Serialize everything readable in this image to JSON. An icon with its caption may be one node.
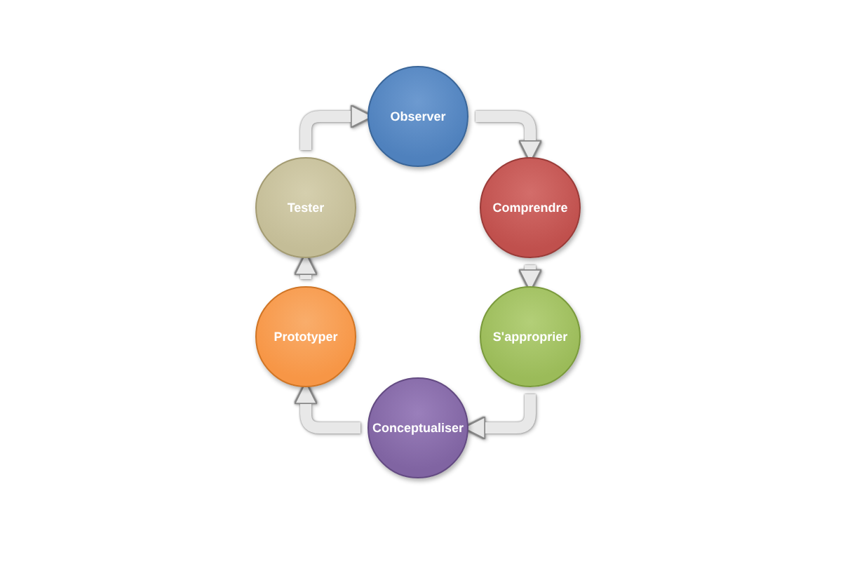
{
  "diagram": {
    "nodes": [
      {
        "text": [
          "Observer"
        ]
      },
      {
        "text": [
          "Comprendre"
        ]
      },
      {
        "text": [
          "S'approprier"
        ]
      },
      {
        "text": [
          "Conceptualiser"
        ]
      },
      {
        "text": [
          "Prototyper"
        ]
      },
      {
        "text": [
          "Tester"
        ]
      }
    ],
    "edges": [
      {
        "from": 0,
        "to": 1,
        "arrow": "to"
      },
      {
        "from": 1,
        "to": 2,
        "arrow": "to"
      },
      {
        "from": 2,
        "to": 3,
        "arrow": "to"
      },
      {
        "from": 3,
        "to": 4,
        "arrow": "to"
      },
      {
        "from": 4,
        "to": 5,
        "arrow": "to"
      },
      {
        "from": 5,
        "to": 0,
        "arrow": "to"
      }
    ]
  }
}
